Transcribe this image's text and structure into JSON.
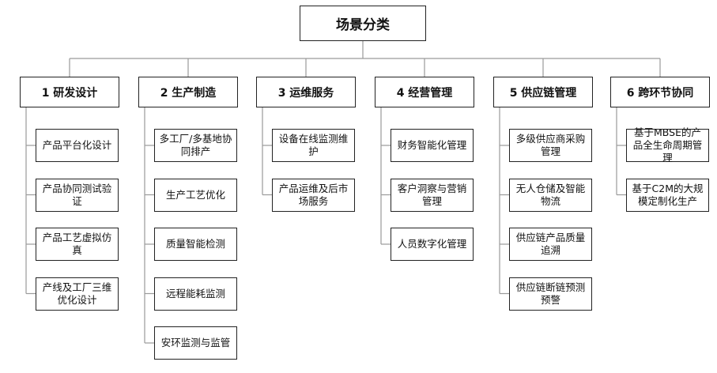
{
  "root": {
    "label": "场景分类"
  },
  "categories": [
    {
      "label": "1 研发设计",
      "items": [
        "产品平台化设计",
        "产品协同测试验证",
        "产品工艺虚拟仿真",
        "产线及工厂三维优化设计"
      ]
    },
    {
      "label": "2 生产制造",
      "items": [
        "多工厂/多基地协同排产",
        "生产工艺优化",
        "质量智能检测",
        "远程能耗监测",
        "安环监测与监管"
      ]
    },
    {
      "label": "3 运维服务",
      "items": [
        "设备在线监测维护",
        "产品运维及后市场服务"
      ]
    },
    {
      "label": "4 经营管理",
      "items": [
        "财务智能化管理",
        "客户洞察与营销管理",
        "人员数字化管理"
      ]
    },
    {
      "label": "5 供应链管理",
      "items": [
        "多级供应商采购管理",
        "无人仓储及智能物流",
        "供应链产品质量追溯",
        "供应链断链预测预警"
      ]
    },
    {
      "label": "6 跨环节协同",
      "items": [
        "基于MBSE的产品全生命周期管理",
        "基于C2M的大规模定制化生产"
      ]
    }
  ]
}
